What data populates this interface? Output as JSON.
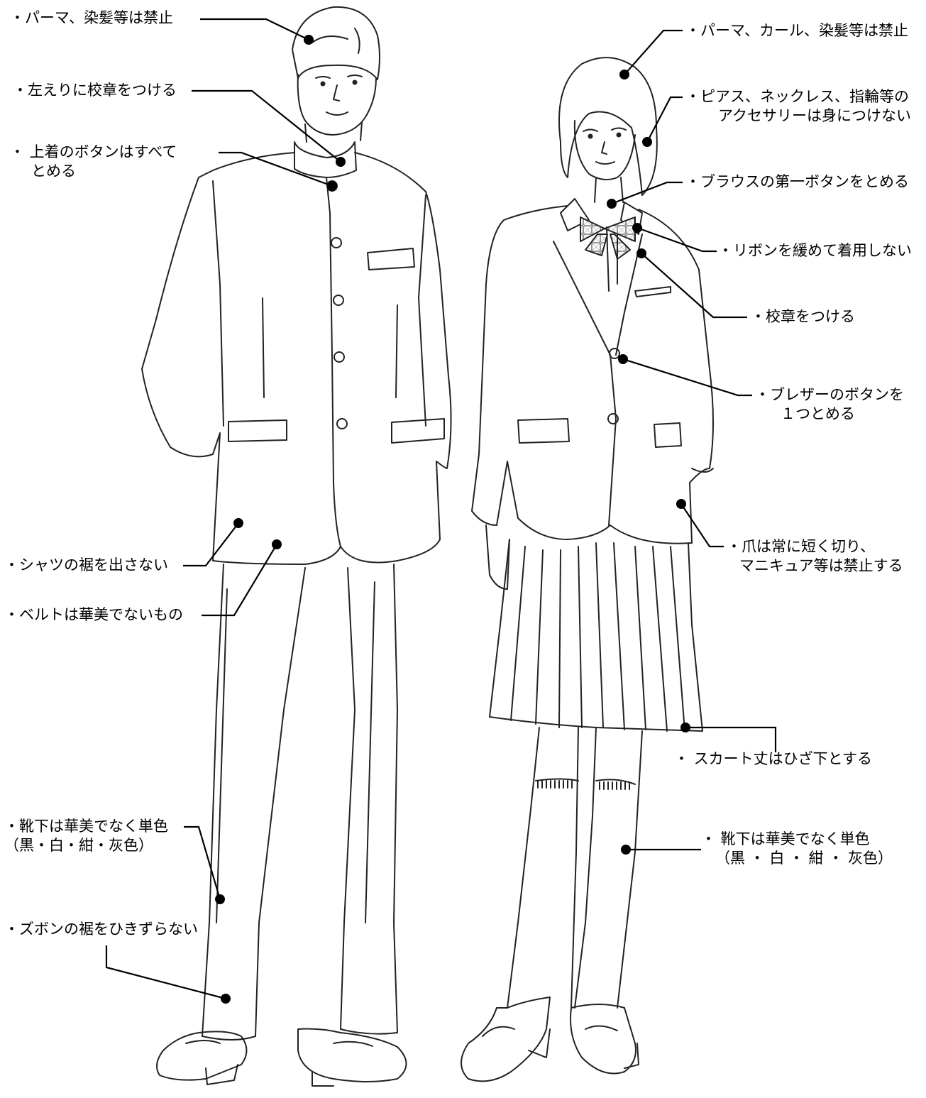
{
  "male": {
    "perm": [
      "・パーマ、染髪等は禁止"
    ],
    "badge": [
      "・左えりに校章をつける"
    ],
    "buttons": [
      "・ 上着のボタンはすべて",
      "とめる"
    ],
    "shirt": [
      "・シャツの裾を出さない"
    ],
    "belt": [
      "・ベルトは華美でないもの"
    ],
    "socks": [
      "・靴下は華美でなく単色",
      "（黒・白・紺・灰色）"
    ],
    "trousers": [
      "・ズボンの裾をひきずらない"
    ]
  },
  "female": {
    "perm": [
      "・パーマ、カール、染髪等は禁止"
    ],
    "accessory": [
      "・ピアス、ネックレス、指輪等の",
      "アクセサリーは身につけない"
    ],
    "blouse": [
      "・ブラウスの第一ボタンをとめる"
    ],
    "ribbon": [
      "・リボンを緩めて着用しない"
    ],
    "badge": [
      "・校章をつける"
    ],
    "blazer": [
      "・ブレザーのボタンを",
      "１つとめる"
    ],
    "nails": [
      "・爪は常に短く切り、",
      "マニキュア等は禁止する"
    ],
    "skirt": [
      "・ スカート丈はひざ下とする"
    ],
    "socks": [
      "・ 靴下は華美でなく単色",
      "（黒 ・ 白 ・ 紺 ・ 灰色）"
    ]
  }
}
